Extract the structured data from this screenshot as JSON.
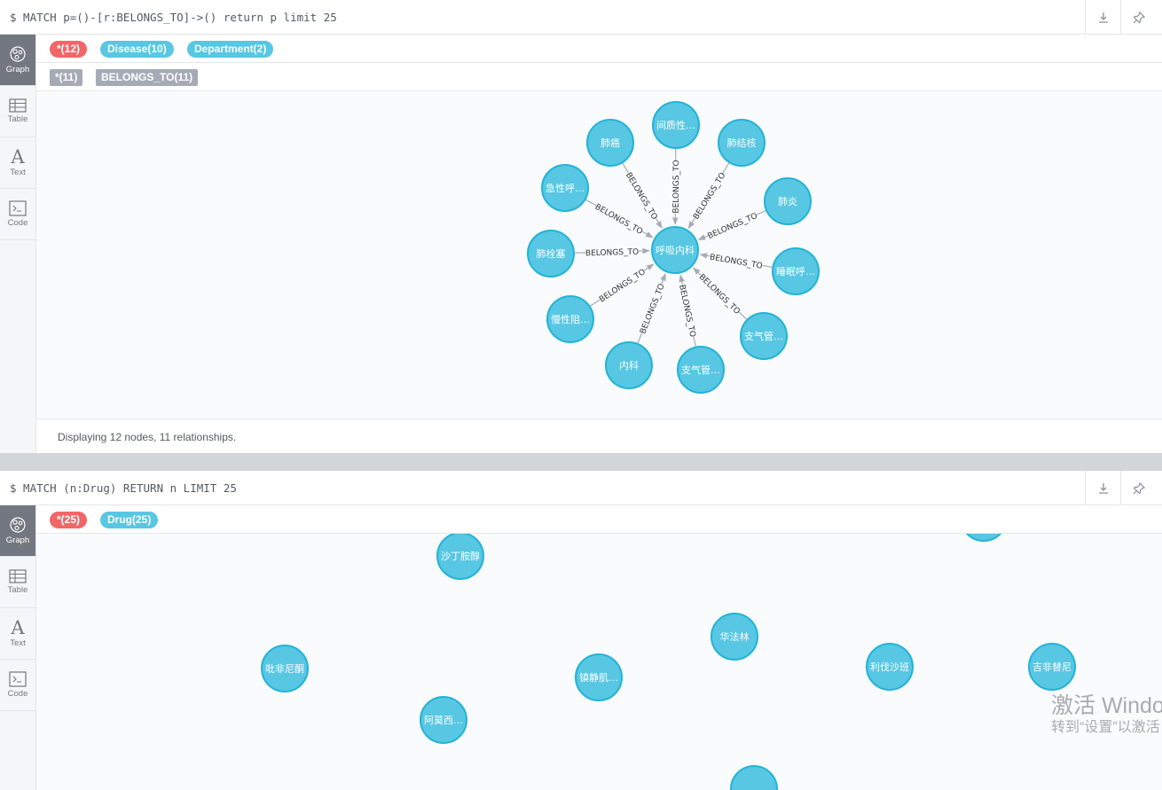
{
  "frames": [
    {
      "query": "$ MATCH p=()-[r:BELONGS_TO]->() return p limit 25",
      "node_labels": [
        "*(12)",
        "Disease(10)",
        "Department(2)"
      ],
      "rel_types": [
        "*(11)",
        "BELONGS_TO(11)"
      ],
      "status": "Displaying 12 nodes, 11 relationships.",
      "center_node": "呼吸内科",
      "rel_label": "BELONGS_TO",
      "outer_nodes": [
        "肺癌",
        "间质性…",
        "肺结核",
        "肺炎",
        "睡眠呼…",
        "支气管…",
        "支气管…",
        "内科",
        "慢性阻…",
        "肺栓塞",
        "急性呼…"
      ]
    },
    {
      "query": "$ MATCH (n:Drug) RETURN n LIMIT 25",
      "node_labels": [
        "*(25)",
        "Drug(25)"
      ],
      "nodes": [
        "沙丁胺醇",
        "华法林",
        "吡非尼酮",
        "镇静肌…",
        "利伐沙班",
        "吉非替尼",
        "阿莫西…"
      ]
    }
  ],
  "sidebar": [
    "Graph",
    "Table",
    "Text",
    "Code"
  ],
  "watermark": {
    "line1": "激活 Windo",
    "line2": "转到“设置”以激活"
  },
  "colors": {
    "node_fill": "#57c7e3",
    "node_stroke": "#23b3d7",
    "star_pill": "#f16667",
    "rel_tag": "#a5abb6",
    "active_tab": "#737880"
  }
}
